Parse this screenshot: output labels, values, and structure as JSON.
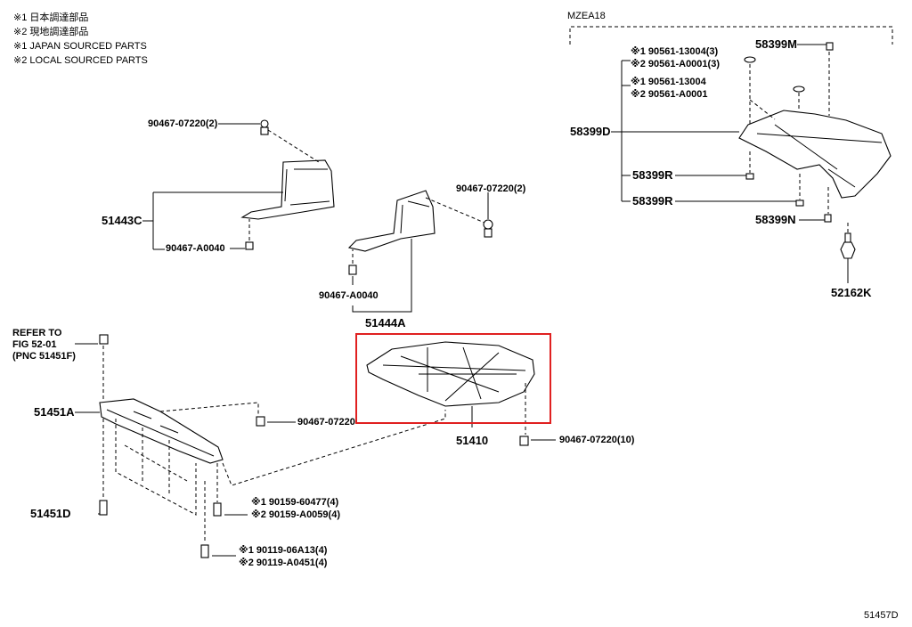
{
  "legend": [
    "※1 日本調達部品",
    "※2 現地調達部品",
    "※1 JAPAN SOURCED PARTS",
    "※2 LOCAL SOURCED PARTS"
  ],
  "model_code": "MZEA18",
  "figure_code": "51457D",
  "refer": {
    "line1": "REFER TO",
    "line2": "FIG 52-01",
    "line3": "(PNC 51451F)"
  },
  "labels": {
    "p90467_07220_2_top": "90467-07220(2)",
    "p51443C": "51443C",
    "p90467_A0040_left": "90467-A0040",
    "p90467_07220_2_mid": "90467-07220(2)",
    "p90467_A0040_mid": "90467-A0040",
    "p51444A": "51444A",
    "p58399M": "58399M",
    "p90561_13004_3": "※1 90561-13004(3)",
    "p90561_A0001_3": "※2 90561-A0001(3)",
    "p90561_13004": "※1 90561-13004",
    "p90561_A0001": "※2 90561-A0001",
    "p58399D": "58399D",
    "p58399R_1": "58399R",
    "p58399R_2": "58399R",
    "p58399N": "58399N",
    "p52162K": "52162K",
    "p51451A": "51451A",
    "p90467_07220": "90467-07220",
    "p51410": "51410",
    "p90467_07220_10": "90467-07220(10)",
    "p51451D": "51451D",
    "p90159_60477_4": "※1 90159-60477(4)",
    "p90159_A0059_4": "※2 90159-A0059(4)",
    "p90119_06A13_4": "※1 90119-06A13(4)",
    "p90119_A0451_4": "※2 90119-A0451(4)"
  },
  "colors": {
    "highlight": "#e02020",
    "line": "#000000"
  }
}
